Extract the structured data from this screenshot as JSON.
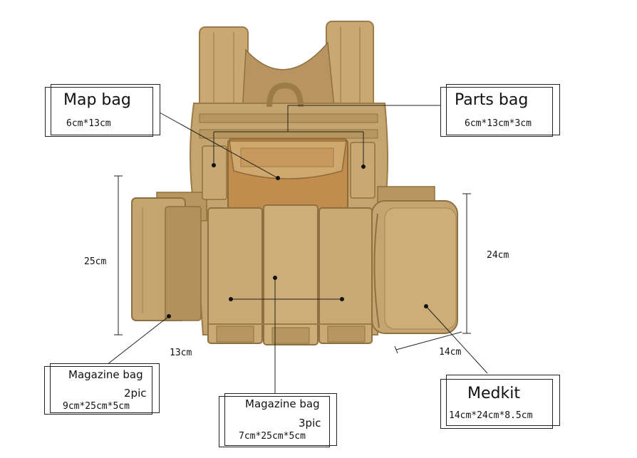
{
  "labels": {
    "map_bag": {
      "title": "Map bag",
      "size": "6cm*13cm"
    },
    "parts_bag": {
      "title": "Parts bag",
      "size": "6cm*13cm*3cm"
    },
    "magazine_2": {
      "title": "Magazine bag",
      "count": "2pic",
      "size": "9cm*25cm*5cm"
    },
    "magazine_3": {
      "title": "Magazine bag",
      "count": "3pic",
      "size": "7cm*25cm*5cm"
    },
    "medkit": {
      "title": "Medkit",
      "size": "14cm*24cm*8.5cm"
    }
  },
  "dimensions": {
    "left_height": "25cm",
    "left_width": "13cm",
    "right_height": "24cm",
    "right_width": "14cm"
  },
  "colors": {
    "fabric": "#c4a46f",
    "fabric_dark": "#9c7b47",
    "fabric_light": "#d6bb88",
    "line": "#222222"
  }
}
